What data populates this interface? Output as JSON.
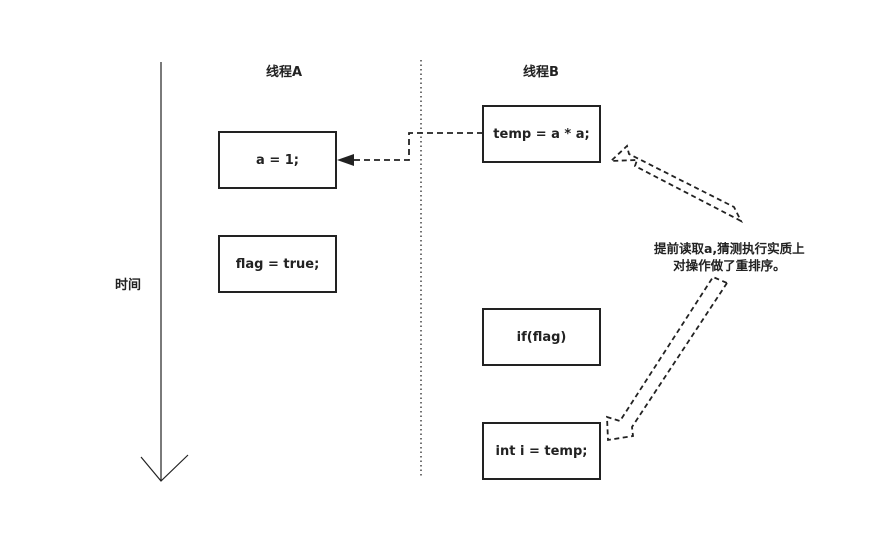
{
  "time_label": "时间",
  "thread_a": {
    "title": "线程A",
    "steps": [
      "a = 1;",
      "flag = true;"
    ]
  },
  "thread_b": {
    "title": "线程B",
    "steps": [
      "temp = a * a;",
      "if(flag)",
      "int i = temp;"
    ]
  },
  "annotation": {
    "line1": "提前读取a,猜测执行实质上",
    "line2": "对操作做了重排序。"
  }
}
